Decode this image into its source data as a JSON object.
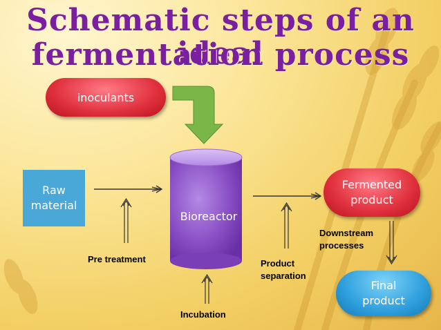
{
  "title": {
    "line1": "Schematic steps of an ideal",
    "line2": "fermentation process"
  },
  "nodes": {
    "inoculants": "inoculants",
    "raw_material": "Raw material",
    "bioreactor": "Bioreactor",
    "fermented_product": "Fermented product",
    "final_product": "Final product"
  },
  "labels": {
    "pre_treatment": "Pre treatment",
    "incubation": "Incubation",
    "product_separation_1": "Product",
    "product_separation_2": "separation",
    "downstream_1": "Downstream",
    "downstream_2": "processes"
  },
  "colors": {
    "title": "#7a1fa0",
    "pill_red": "#e0303d",
    "box_blue": "#4aa8d8",
    "cylinder": "#9057c8",
    "green_arrow": "#7ab648"
  }
}
